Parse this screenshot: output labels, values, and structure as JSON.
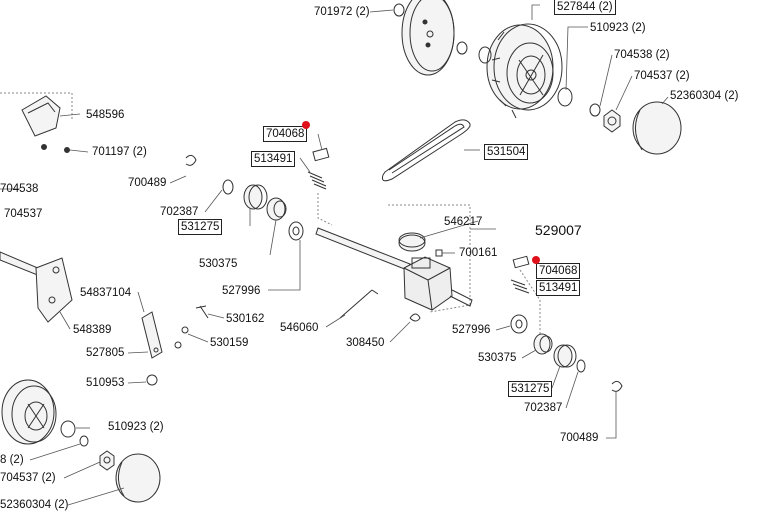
{
  "colors": {
    "line": "#333333",
    "part_fill": "#f4f4f4",
    "marker": "#e0101a"
  },
  "labels": {
    "p701972": "701972 (2)",
    "p527844": "527844 (2)",
    "p510923_top": "510923 (2)",
    "p704538_top": "704538 (2)",
    "p704537_top": "704537 (2)",
    "p52360304_top": "52360304 (2)",
    "p548596": "548596",
    "p701197": "701197 (2)",
    "p704538_left": "704538",
    "p704537_left": "704537",
    "p704068_a": "704068",
    "p513491_a": "513491",
    "p531504": "531504",
    "p700489_a": "700489",
    "p702387_a": "702387",
    "p531275_a": "531275",
    "p546217": "546217",
    "p529007": "529007",
    "p700161": "700161",
    "p704068_b": "704068",
    "p513491_b": "513491",
    "p530375_a": "530375",
    "p527996_a": "527996",
    "p54837104": "54837104",
    "p548389": "548389",
    "p530162": "530162",
    "p546060": "546060",
    "p527805": "527805",
    "p530159": "530159",
    "p308450": "308450",
    "p527996_b": "527996",
    "p530375_b": "530375",
    "p510953": "510953",
    "p531275_b": "531275",
    "p702387_b": "702387",
    "p510923_bottom": "510923 (2)",
    "p8": "8 (2)",
    "p704537_bottom": "704537 (2)",
    "p700489_b": "700489",
    "p52360304_bottom": "52360304 (2)"
  }
}
